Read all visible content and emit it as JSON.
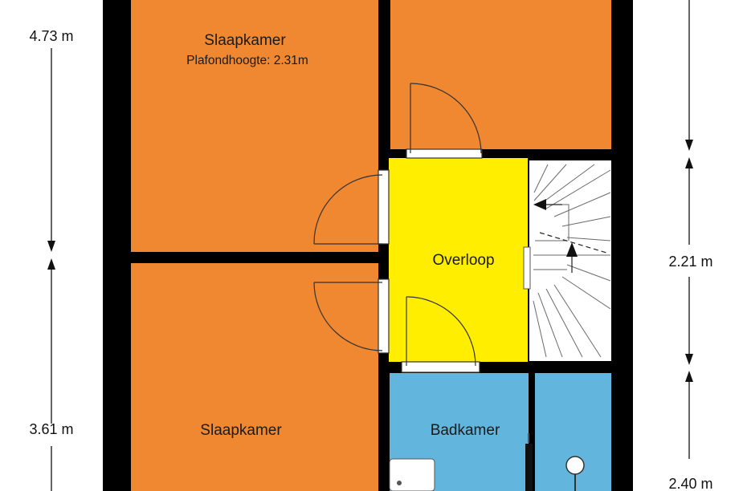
{
  "rooms": {
    "bedroom_top": {
      "name": "Slaapkamer",
      "ceiling": "Plafondhoogte: 2.31m"
    },
    "bedroom_bottom": {
      "name": "Slaapkamer"
    },
    "landing": {
      "name": "Overloop"
    },
    "bathroom": {
      "name": "Badkamer"
    }
  },
  "dimensions": {
    "left_top": "4.73 m",
    "left_bottom": "3.61 m",
    "right_middle": "2.21 m",
    "right_bottom": "2.40 m"
  },
  "colors": {
    "bedroom": "#f08832",
    "landing": "#ffee00",
    "bathroom": "#62b6dd",
    "wall": "#000000",
    "stairs": "#ffffff"
  }
}
